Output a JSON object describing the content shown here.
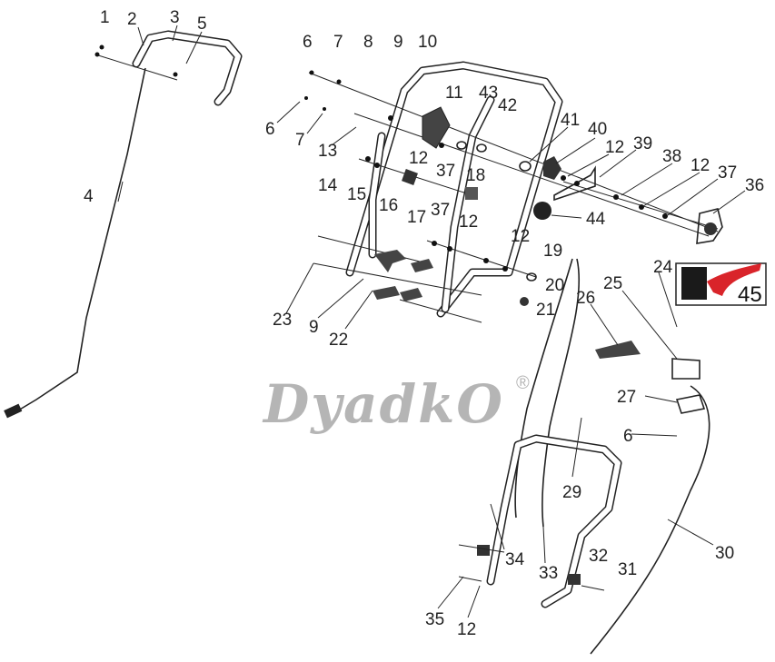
{
  "labels": [
    "1",
    "2",
    "3",
    "5",
    "4",
    "6",
    "7",
    "8",
    "9",
    "10",
    "6",
    "7",
    "13",
    "11",
    "43",
    "42",
    "41",
    "40",
    "12",
    "39",
    "38",
    "12",
    "37",
    "36",
    "12",
    "37",
    "14",
    "15",
    "16",
    "18",
    "17",
    "37",
    "12",
    "44",
    "12",
    "19",
    "20",
    "21",
    "23",
    "9",
    "22",
    "24",
    "25",
    "26",
    "45",
    "27",
    "6",
    "29",
    "30",
    "34",
    "33",
    "32",
    "31",
    "35",
    "12"
  ],
  "watermark": {
    "text": "DyadkO",
    "mark": "®"
  },
  "colors": {
    "lever": "#d9242a",
    "switch_body": "#1a1a1a",
    "watermark": "#b5b5b5"
  }
}
